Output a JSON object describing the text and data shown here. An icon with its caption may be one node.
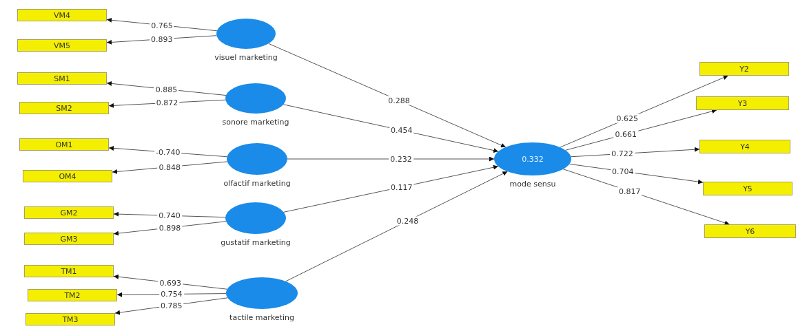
{
  "diagram": {
    "nodes": [
      {
        "text": [
          "VM4"
        ]
      },
      {
        "text": [
          "VM5"
        ]
      },
      {
        "text": [
          "visuel marketing"
        ]
      },
      {
        "text": [
          "SM1"
        ]
      },
      {
        "text": [
          "SM2"
        ]
      },
      {
        "text": [
          "sonore marketing"
        ]
      },
      {
        "text": [
          "OM1"
        ]
      },
      {
        "text": [
          "OM4"
        ]
      },
      {
        "text": [
          "olfactif marketing"
        ]
      },
      {
        "text": [
          "GM2"
        ]
      },
      {
        "text": [
          "GM3"
        ]
      },
      {
        "text": [
          "gustatif marketing"
        ]
      },
      {
        "text": [
          "TM1"
        ]
      },
      {
        "text": [
          "TM2"
        ]
      },
      {
        "text": [
          "TM3"
        ]
      },
      {
        "text": [
          "tactile marketing"
        ]
      },
      {
        "text": [
          "0.332",
          "mode sensu"
        ]
      },
      {
        "text": [
          "Y2"
        ]
      },
      {
        "text": [
          "Y3"
        ]
      },
      {
        "text": [
          "Y4"
        ]
      },
      {
        "text": [
          "Y5"
        ]
      },
      {
        "text": [
          "Y6"
        ]
      }
    ],
    "edges": [
      {
        "from": 2,
        "to": 0,
        "arrow": "to",
        "label": "0.765"
      },
      {
        "from": 2,
        "to": 1,
        "arrow": "to",
        "label": "0.893"
      },
      {
        "from": 5,
        "to": 3,
        "arrow": "to",
        "label": "0.885"
      },
      {
        "from": 5,
        "to": 4,
        "arrow": "to",
        "label": "0.872"
      },
      {
        "from": 8,
        "to": 6,
        "arrow": "to",
        "label": "-0.740"
      },
      {
        "from": 8,
        "to": 7,
        "arrow": "to",
        "label": "0.848"
      },
      {
        "from": 11,
        "to": 9,
        "arrow": "to",
        "label": "0.740"
      },
      {
        "from": 11,
        "to": 10,
        "arrow": "to",
        "label": "0.898"
      },
      {
        "from": 15,
        "to": 12,
        "arrow": "to",
        "label": "0.693"
      },
      {
        "from": 15,
        "to": 13,
        "arrow": "to",
        "label": "0.754"
      },
      {
        "from": 15,
        "to": 14,
        "arrow": "to",
        "label": "0.785"
      },
      {
        "from": 2,
        "to": 16,
        "arrow": "to",
        "label": "0.288"
      },
      {
        "from": 5,
        "to": 16,
        "arrow": "to",
        "label": "0.454"
      },
      {
        "from": 8,
        "to": 16,
        "arrow": "to",
        "label": "0.232"
      },
      {
        "from": 11,
        "to": 16,
        "arrow": "to",
        "label": "0.117"
      },
      {
        "from": 15,
        "to": 16,
        "arrow": "to",
        "label": "0.248"
      },
      {
        "from": 16,
        "to": 17,
        "arrow": "to",
        "label": "0.625"
      },
      {
        "from": 16,
        "to": 18,
        "arrow": "to",
        "label": "0.661"
      },
      {
        "from": 16,
        "to": 19,
        "arrow": "to",
        "label": "0.722"
      },
      {
        "from": 16,
        "to": 20,
        "arrow": "to",
        "label": "0.704"
      },
      {
        "from": 16,
        "to": 21,
        "arrow": "to",
        "label": "0.817"
      }
    ]
  }
}
